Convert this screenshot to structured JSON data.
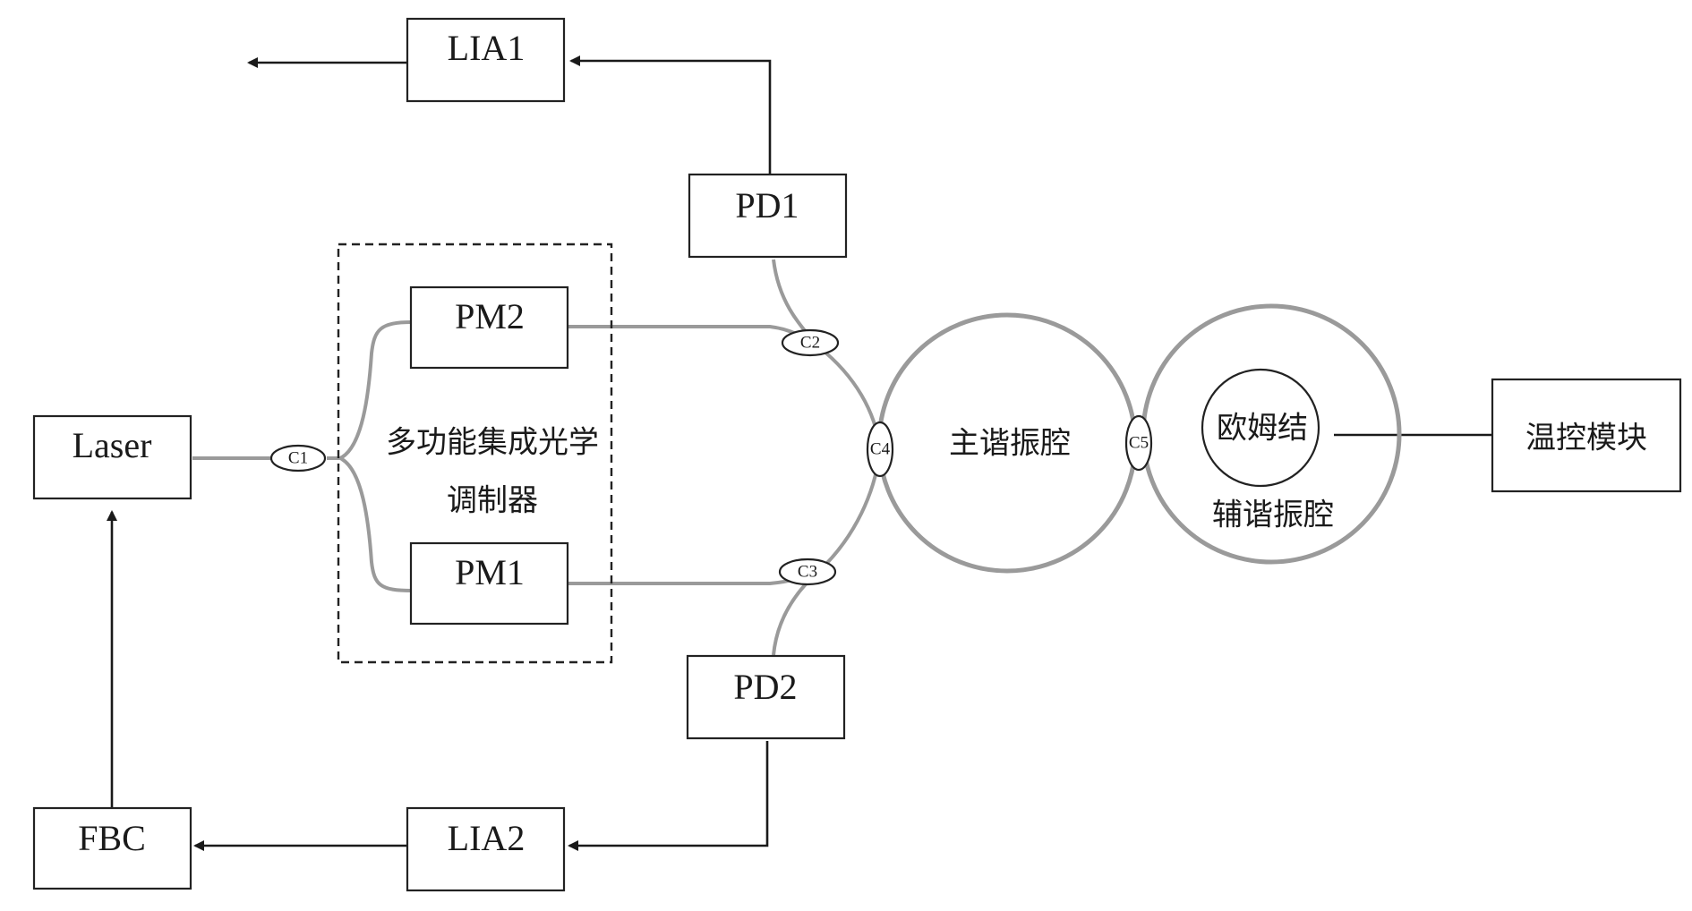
{
  "blocks": {
    "lia1": "LIA1",
    "pd1": "PD1",
    "pm2": "PM2",
    "pm1": "PM1",
    "laser": "Laser",
    "pd2": "PD2",
    "fbc": "FBC",
    "lia2": "LIA2",
    "temp_module": "温控模块"
  },
  "modulator": {
    "line1": "多功能集成光学",
    "line2": "调制器"
  },
  "couplers": {
    "c1": "C1",
    "c2": "C2",
    "c3": "C3",
    "c4": "C4",
    "c5": "C5"
  },
  "resonators": {
    "main": "主谐振腔",
    "aux": "辅谐振腔",
    "ohm": "欧姆结"
  },
  "colors": {
    "fiber": "#9a9a9a",
    "wire": "#1a1a1a"
  }
}
